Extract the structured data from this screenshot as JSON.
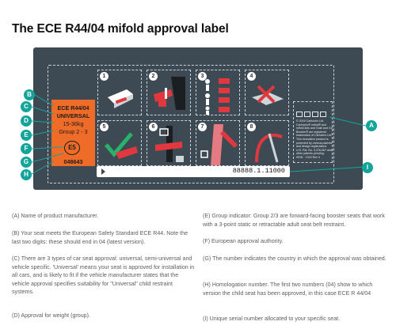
{
  "title": "The ECE R44/04 mifold approval label",
  "label": {
    "manufacturer_lines": [
      "ECE R44/04",
      "UNIVERSAL",
      "15-36kg",
      "Group 2 - 3"
    ],
    "authority": "E5",
    "homologation": "048643",
    "pictograms": [
      "1",
      "2",
      "3",
      "4",
      "5",
      "6",
      "7",
      "8"
    ],
    "serial": "88888.1.11000",
    "info_text": "© 2016 Carfulcrio Ltd. Carfulcrio® mifold® and mifold kids and Grab and Go Booster® are registered trademarks of Carfulcrio Ltd. This innovative product is protected by various patents and design registrations. U.S. Pat. No. 9,376,067 and other patents pending.",
    "info_footer": "ISSN · 1023 Rev 0",
    "markers": [
      "A",
      "B",
      "C",
      "D",
      "E",
      "F",
      "G",
      "H",
      "I"
    ]
  },
  "left_column": [
    "(A) Name of product manufacturer.",
    "(B) Your seat meets the European Safety Standard ECE R44. Note the last two digits: these should end in 04 (latest version).",
    "(C) There are 3 types of car seat approval: universal, semi-universal and vehicle specific. 'Universal' means your seat is approved for installation in all cars, and is likely to fit if the vehicle manufacturer states that the vehicle approval specifies suitability for \"Universal\" child restraint systems.",
    "(D) Approval for weight (group)."
  ],
  "right_column": [
    "(E) Group indicator: Group 2/3 are forward-facing booster seats that work with a 3-point static or retractable adult seat belt restraint.",
    "(F) European approval authority.",
    "(G) The number indicates the country in which the approval was obtained.",
    "(H) Homologation number. The first two numbers (04) show to which version the child seat has been approved, in this case ECE R 44/04",
    "(I) Unique serial number allocated to your specific seat."
  ],
  "colors": {
    "panel": "#3e4a53",
    "orange": "#ef6b28",
    "marker": "#13a49a",
    "red": "#e0383e"
  }
}
